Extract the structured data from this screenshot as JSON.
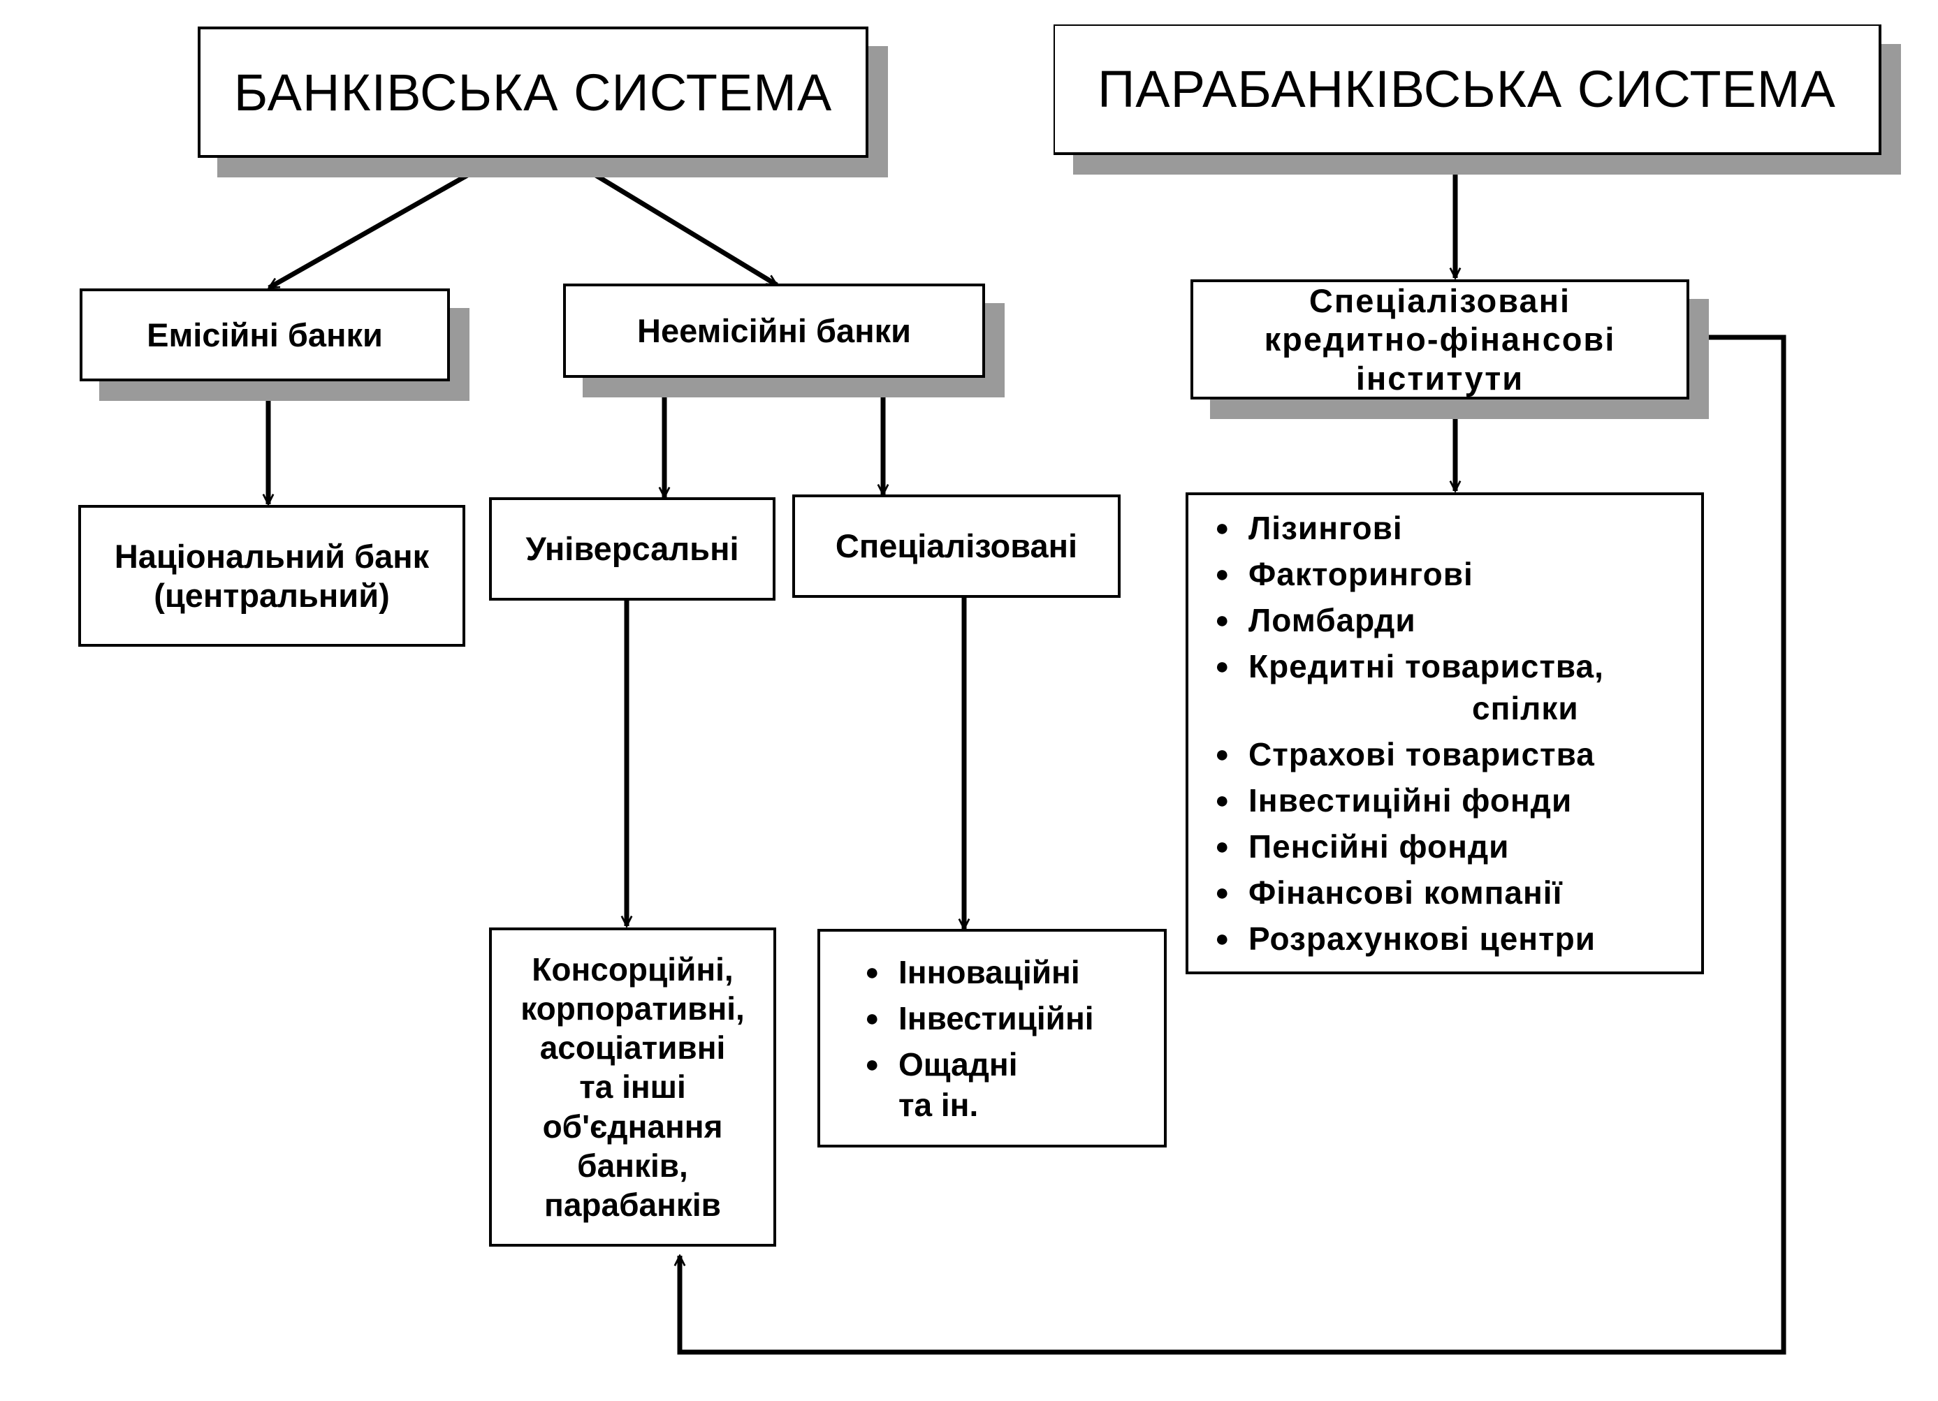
{
  "diagram": {
    "banking_system": {
      "title": "БАНКІВСЬКА СИСТЕМА",
      "emission_banks": "Емісійні банки",
      "non_emission_banks": "Неемісійні банки",
      "national_bank": {
        "line1": "Національний банк",
        "line2": "(центральний)"
      },
      "universal": "Універсальні",
      "specialized": "Спеціалізовані",
      "associations": {
        "lines": [
          "Консорційні,",
          "корпоративні,",
          "асоціативні",
          "та інші",
          "об'єднання",
          "банків,",
          "парабанків"
        ]
      },
      "specialized_types": {
        "items": [
          "Інноваційні",
          "Інвестиційні",
          "Ощадні"
        ],
        "tail": "та ін."
      }
    },
    "parabanking_system": {
      "title": "ПАРАБАНКІВСЬКА СИСТЕМА",
      "institutions": {
        "lines": [
          "Спеціалізовані",
          "кредитно-фінансові",
          "інститути"
        ]
      },
      "types": {
        "items": [
          "Лізингові",
          "Факторингові",
          "Ломбарди",
          "Кредитні товариства,",
          "Страхові товариства",
          "Інвестиційні фонди",
          "Пенсійні фонди",
          "Фінансові компанії",
          "Розрахункові центри"
        ],
        "credit_cont": "спілки"
      }
    }
  },
  "colors": {
    "line": "#000000",
    "shadow": "#9a9a9a",
    "box": "#ffffff"
  }
}
